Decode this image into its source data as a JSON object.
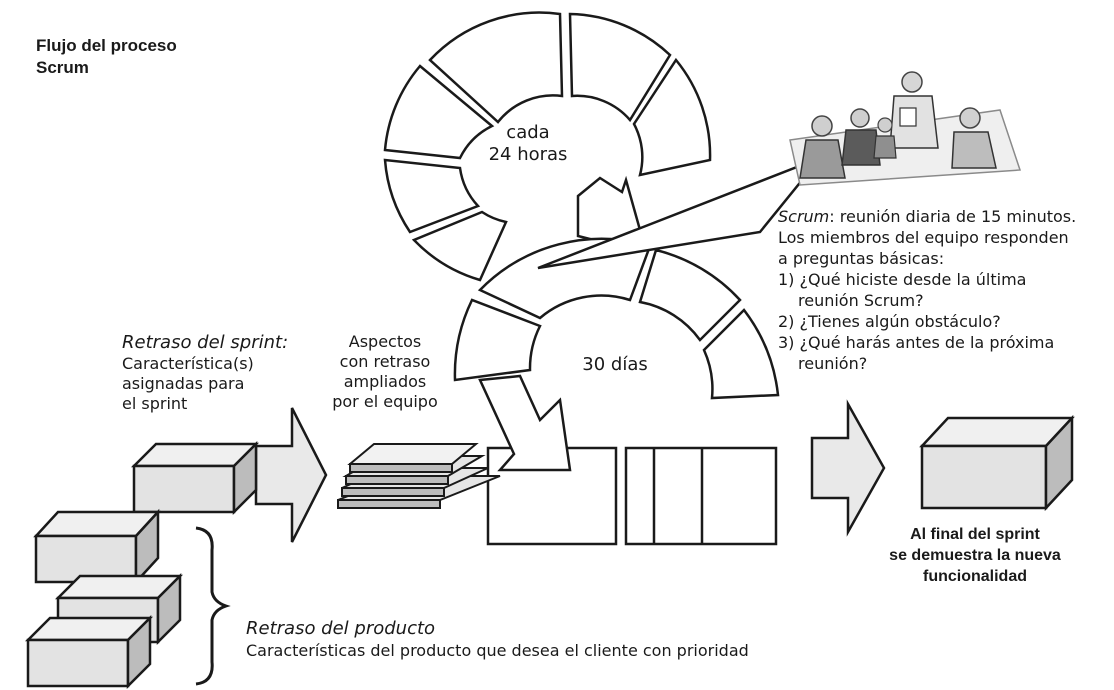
{
  "title": [
    "Flujo del proceso",
    "Scrum"
  ],
  "daily_cycle": [
    "cada",
    "24 horas"
  ],
  "sprint_cycle": "30 días",
  "scrum_note": {
    "lead_italic": "Scrum",
    "lead_rest": ": reunión diaria de 15 minutos.",
    "lines": [
      "Los miembros del equipo responden",
      "a preguntas básicas:",
      "1) ¿Qué hiciste desde la última",
      "reunión Scrum?",
      "2) ¿Tienes algún obstáculo?",
      "3) ¿Qué harás antes de la próxima",
      "reunión?"
    ]
  },
  "sprint_backlog": {
    "heading": "Retraso del sprint:",
    "lines": [
      "Característica(s)",
      "asignadas para",
      "el sprint"
    ]
  },
  "expanded_items": [
    "Aspectos",
    "con retraso",
    "ampliados",
    "por el equipo"
  ],
  "product_backlog": {
    "heading": "Retraso del producto",
    "description": "Características del producto que desea el cliente con prioridad"
  },
  "sprint_end": [
    "Al final del sprint",
    "se demuestra la nueva",
    "funcionalidad"
  ],
  "colors": {
    "stroke": "#1a1a1a",
    "box_fill": "#e6e6e6",
    "box_side": "#bcbcbc",
    "arrow_fill": "#e9e9e9"
  }
}
